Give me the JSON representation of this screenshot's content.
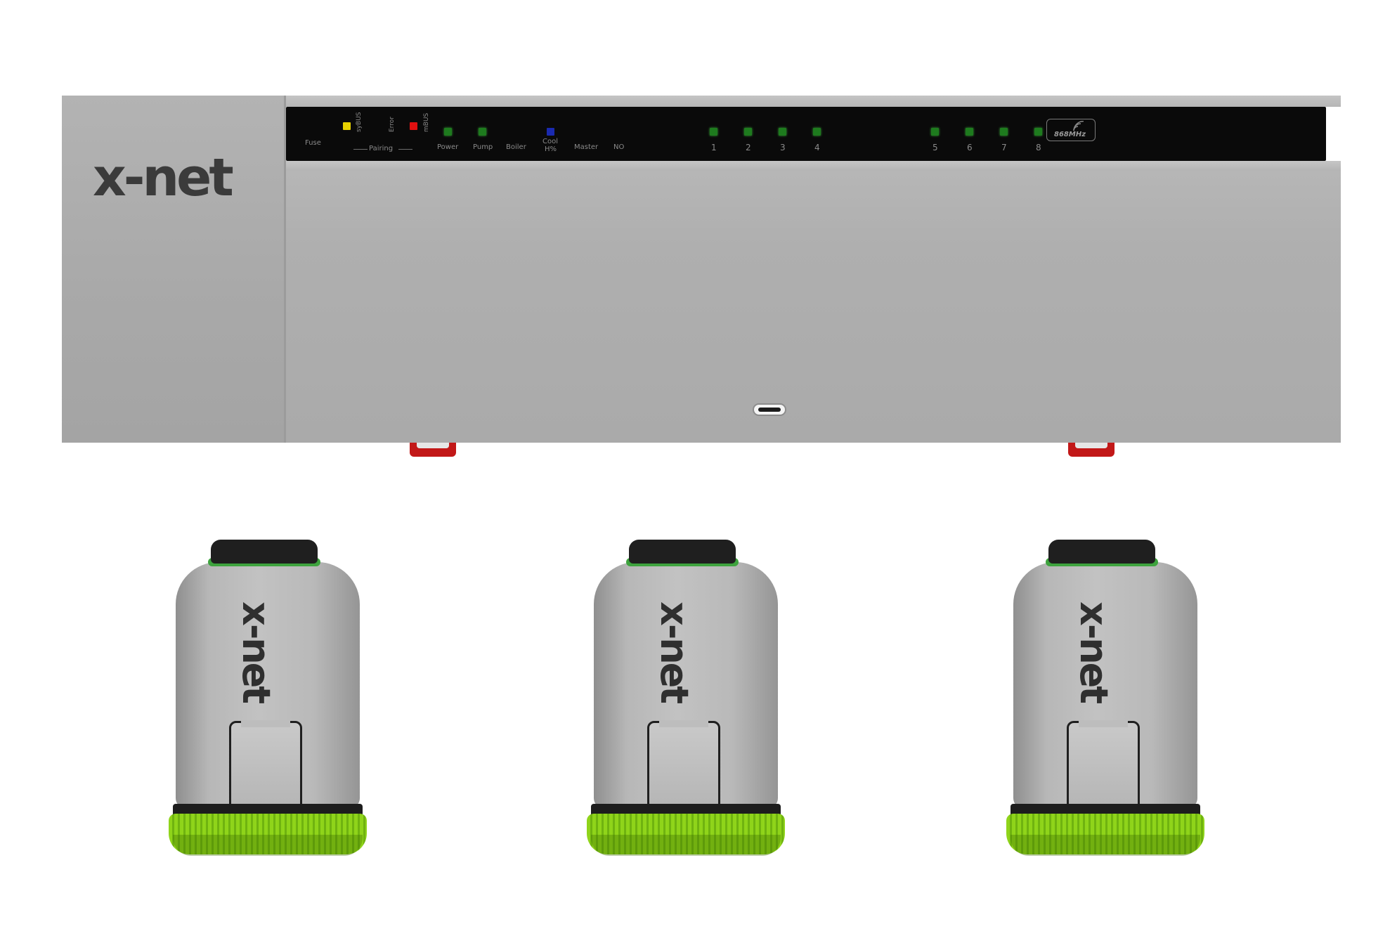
{
  "controller": {
    "brand": "x-net",
    "panel": {
      "labels": {
        "fuse": "Fuse",
        "sybus": "syBUS",
        "error": "Error",
        "mbus": "mBUS",
        "pairing": "Pairing",
        "power": "Power",
        "pump": "Pump",
        "boiler": "Boiler",
        "cool": "Cool",
        "cool_sub": "H%",
        "master": "Master",
        "no": "NO"
      },
      "zones": [
        "1",
        "2",
        "3",
        "4",
        "5",
        "6",
        "7",
        "8"
      ],
      "frequency": "868MHz",
      "colors": {
        "sybus_led": "#e8d200",
        "mbus_led": "#e01010",
        "cool_led": "#1a2ab0",
        "status_led": "#1e7b1e"
      }
    }
  },
  "actuators": [
    {
      "brand": "x-net"
    },
    {
      "brand": "x-net"
    },
    {
      "brand": "x-net"
    }
  ]
}
